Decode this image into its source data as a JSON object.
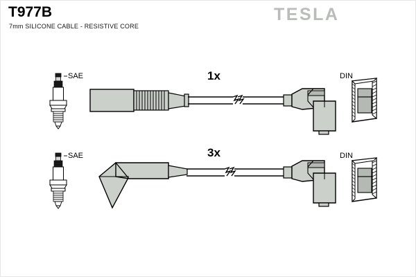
{
  "document": {
    "part_number": "T977B",
    "subtitle": "7mm SILICONE CABLE - RESISTIVE CORE",
    "brand": "TESLA"
  },
  "colors": {
    "background": "#ffffff",
    "outline": "#000000",
    "boot_fill": "#ccd0cb",
    "boot_shade": "#b4b9b3",
    "brand_gray": "#b9bcb9",
    "plug_dark": "#1a1a1a",
    "frame": "#e8e8e8"
  },
  "assemblies": [
    {
      "id": "cable-assembly-1",
      "quantity_label": "1x",
      "left_terminal_label": "SAE",
      "right_terminal_label": "DIN",
      "left_boot_style": "straight-ribbed",
      "right_boot_style": "right-angle",
      "cable_break": true
    },
    {
      "id": "cable-assembly-2",
      "quantity_label": "3x",
      "left_terminal_label": "SAE",
      "right_terminal_label": "DIN",
      "left_boot_style": "angled-135",
      "right_boot_style": "right-angle",
      "cable_break": true
    }
  ],
  "symbols": {
    "spark_plug": "spark-plug-icon",
    "din_socket": "din-socket-icon",
    "cable_break": "cable-break-symbol"
  }
}
